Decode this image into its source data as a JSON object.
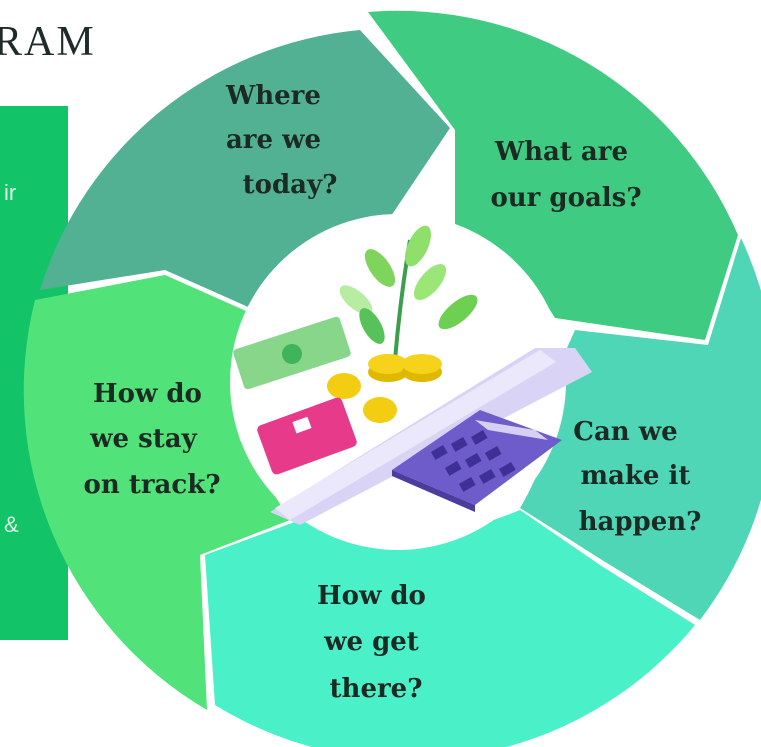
{
  "header": {
    "title_fragment": "RAM"
  },
  "side_panel": {
    "fragment_top": "ir",
    "fragment_bottom": "&",
    "color": "#12c467"
  },
  "cycle": {
    "segments": [
      {
        "lines": [
          "Where",
          "are we",
          "today?"
        ],
        "color": "#52b192"
      },
      {
        "lines": [
          "What are",
          "our goals?"
        ],
        "color": "#3fcc82"
      },
      {
        "lines": [
          "Can we",
          "make it",
          "happen?"
        ],
        "color": "#4fd6b6"
      },
      {
        "lines": [
          "How do",
          "we get",
          "there?"
        ],
        "color": "#49f0c8"
      },
      {
        "lines": [
          "How do",
          "we stay",
          "on track?"
        ],
        "color": "#52e27a"
      }
    ]
  },
  "illustration": {
    "icons": [
      "plant-icon",
      "banknote-icon",
      "coins-icon",
      "credit-card-icon",
      "receipt-icon",
      "calculator-icon"
    ]
  }
}
